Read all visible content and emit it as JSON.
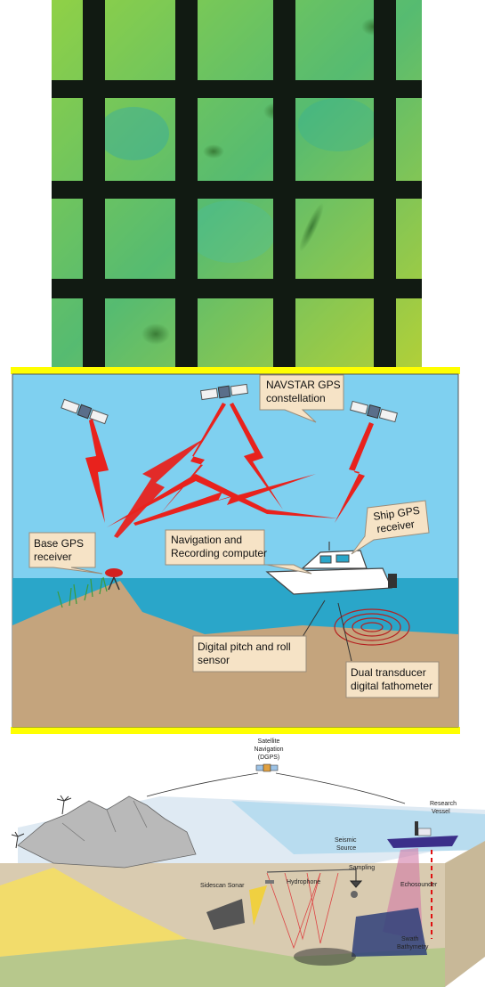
{
  "panel_grid": {
    "description_hidden": true
  },
  "panel_gps": {
    "labels": {
      "navstar": [
        "NAVSTAR GPS",
        "constellation"
      ],
      "ship_gps": [
        "Ship GPS",
        "receiver"
      ],
      "base_gps": [
        "Base GPS",
        "receiver"
      ],
      "navigation": [
        "Navigation and",
        "Recording computer"
      ],
      "pitch_roll": [
        "Digital pitch and roll",
        "sensor"
      ],
      "transducer": [
        "Dual transducer",
        "digital fathometer"
      ]
    },
    "colors": {
      "frame": "#ffff00",
      "sky": "#7fd0f0",
      "sea": "#2aa6c9",
      "land": "#c4a47d",
      "signal": "#e8221d"
    }
  },
  "panel_survey": {
    "labels": {
      "satellite": [
        "Satellite",
        "Navigation",
        "(DGPS)"
      ],
      "research_vessel": [
        "Research",
        "Vessel"
      ],
      "seismic_source": [
        "Seismic",
        "Source"
      ],
      "sampling": "Sampling",
      "echosounder": "Echosounder",
      "sidescan": "Sidescan Sonar",
      "hydrophone": "Hydrophone",
      "swath": [
        "Swath",
        "Bathymetry"
      ]
    }
  }
}
